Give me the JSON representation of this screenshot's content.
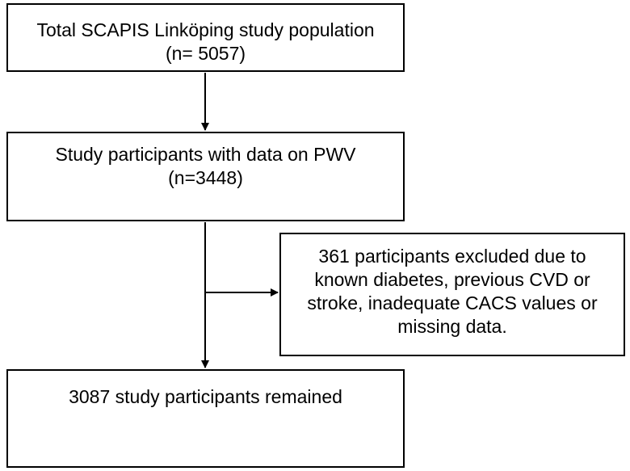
{
  "flowchart": {
    "box1": {
      "lines": [
        "Total SCAPIS Linköping study population",
        "(n= 5057)"
      ]
    },
    "box2": {
      "lines": [
        "Study participants with data on PWV",
        "(n=3448)"
      ]
    },
    "excluded": {
      "lines": [
        "361 participants excluded due to",
        "known diabetes, previous CVD or",
        "stroke, inadequate CACS values or",
        "missing data."
      ]
    },
    "box4": {
      "lines": [
        "3087 study participants remained"
      ]
    }
  },
  "colors": {
    "line": "#000000",
    "background": "#ffffff"
  }
}
